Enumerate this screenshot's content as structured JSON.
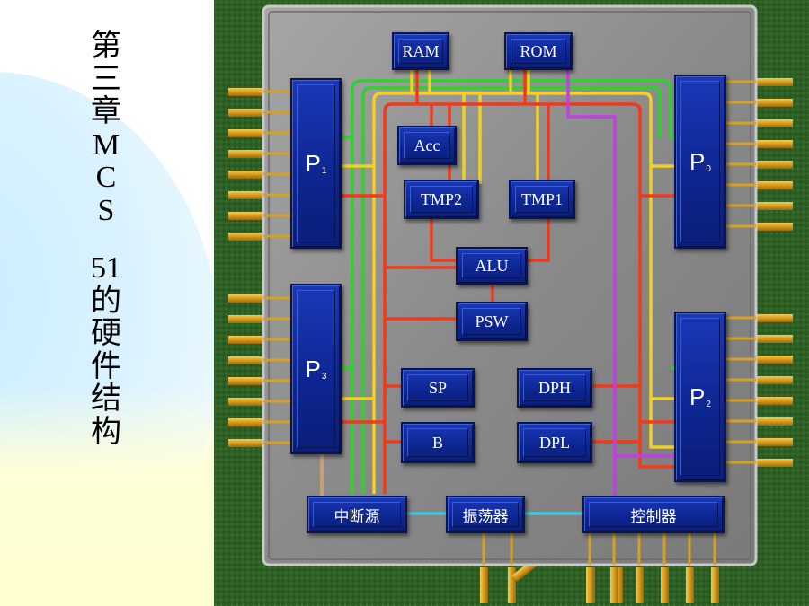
{
  "title_chars": [
    "第",
    "三",
    "章",
    "M",
    "C",
    "S",
    "",
    "51",
    "的",
    "硬",
    "件",
    "结",
    "构"
  ],
  "blocks": {
    "ram": "RAM",
    "rom": "ROM",
    "acc": "Acc",
    "tmp2": "TMP2",
    "tmp1": "TMP1",
    "alu": "ALU",
    "psw": "PSW",
    "sp": "SP",
    "b": "B",
    "dph": "DPH",
    "dpl": "DPL",
    "interrupt": "中断源",
    "oscillator": "振荡器",
    "controller": "控制器"
  },
  "ports": {
    "p1": {
      "letter": "P",
      "index": "1"
    },
    "p3": {
      "letter": "P",
      "index": "3"
    },
    "p0": {
      "letter": "P",
      "index": "0"
    },
    "p2": {
      "letter": "P",
      "index": "2"
    }
  },
  "colors": {
    "board": "#2a5a22",
    "chip": "#8c8c8c",
    "block": "#1230a8",
    "bus_green": "#2fd12f",
    "bus_yellow": "#f0d020",
    "bus_red": "#f03a1a",
    "bus_magenta": "#c040e0",
    "bus_cyan": "#40c8e0",
    "pins": "#d8a020"
  }
}
